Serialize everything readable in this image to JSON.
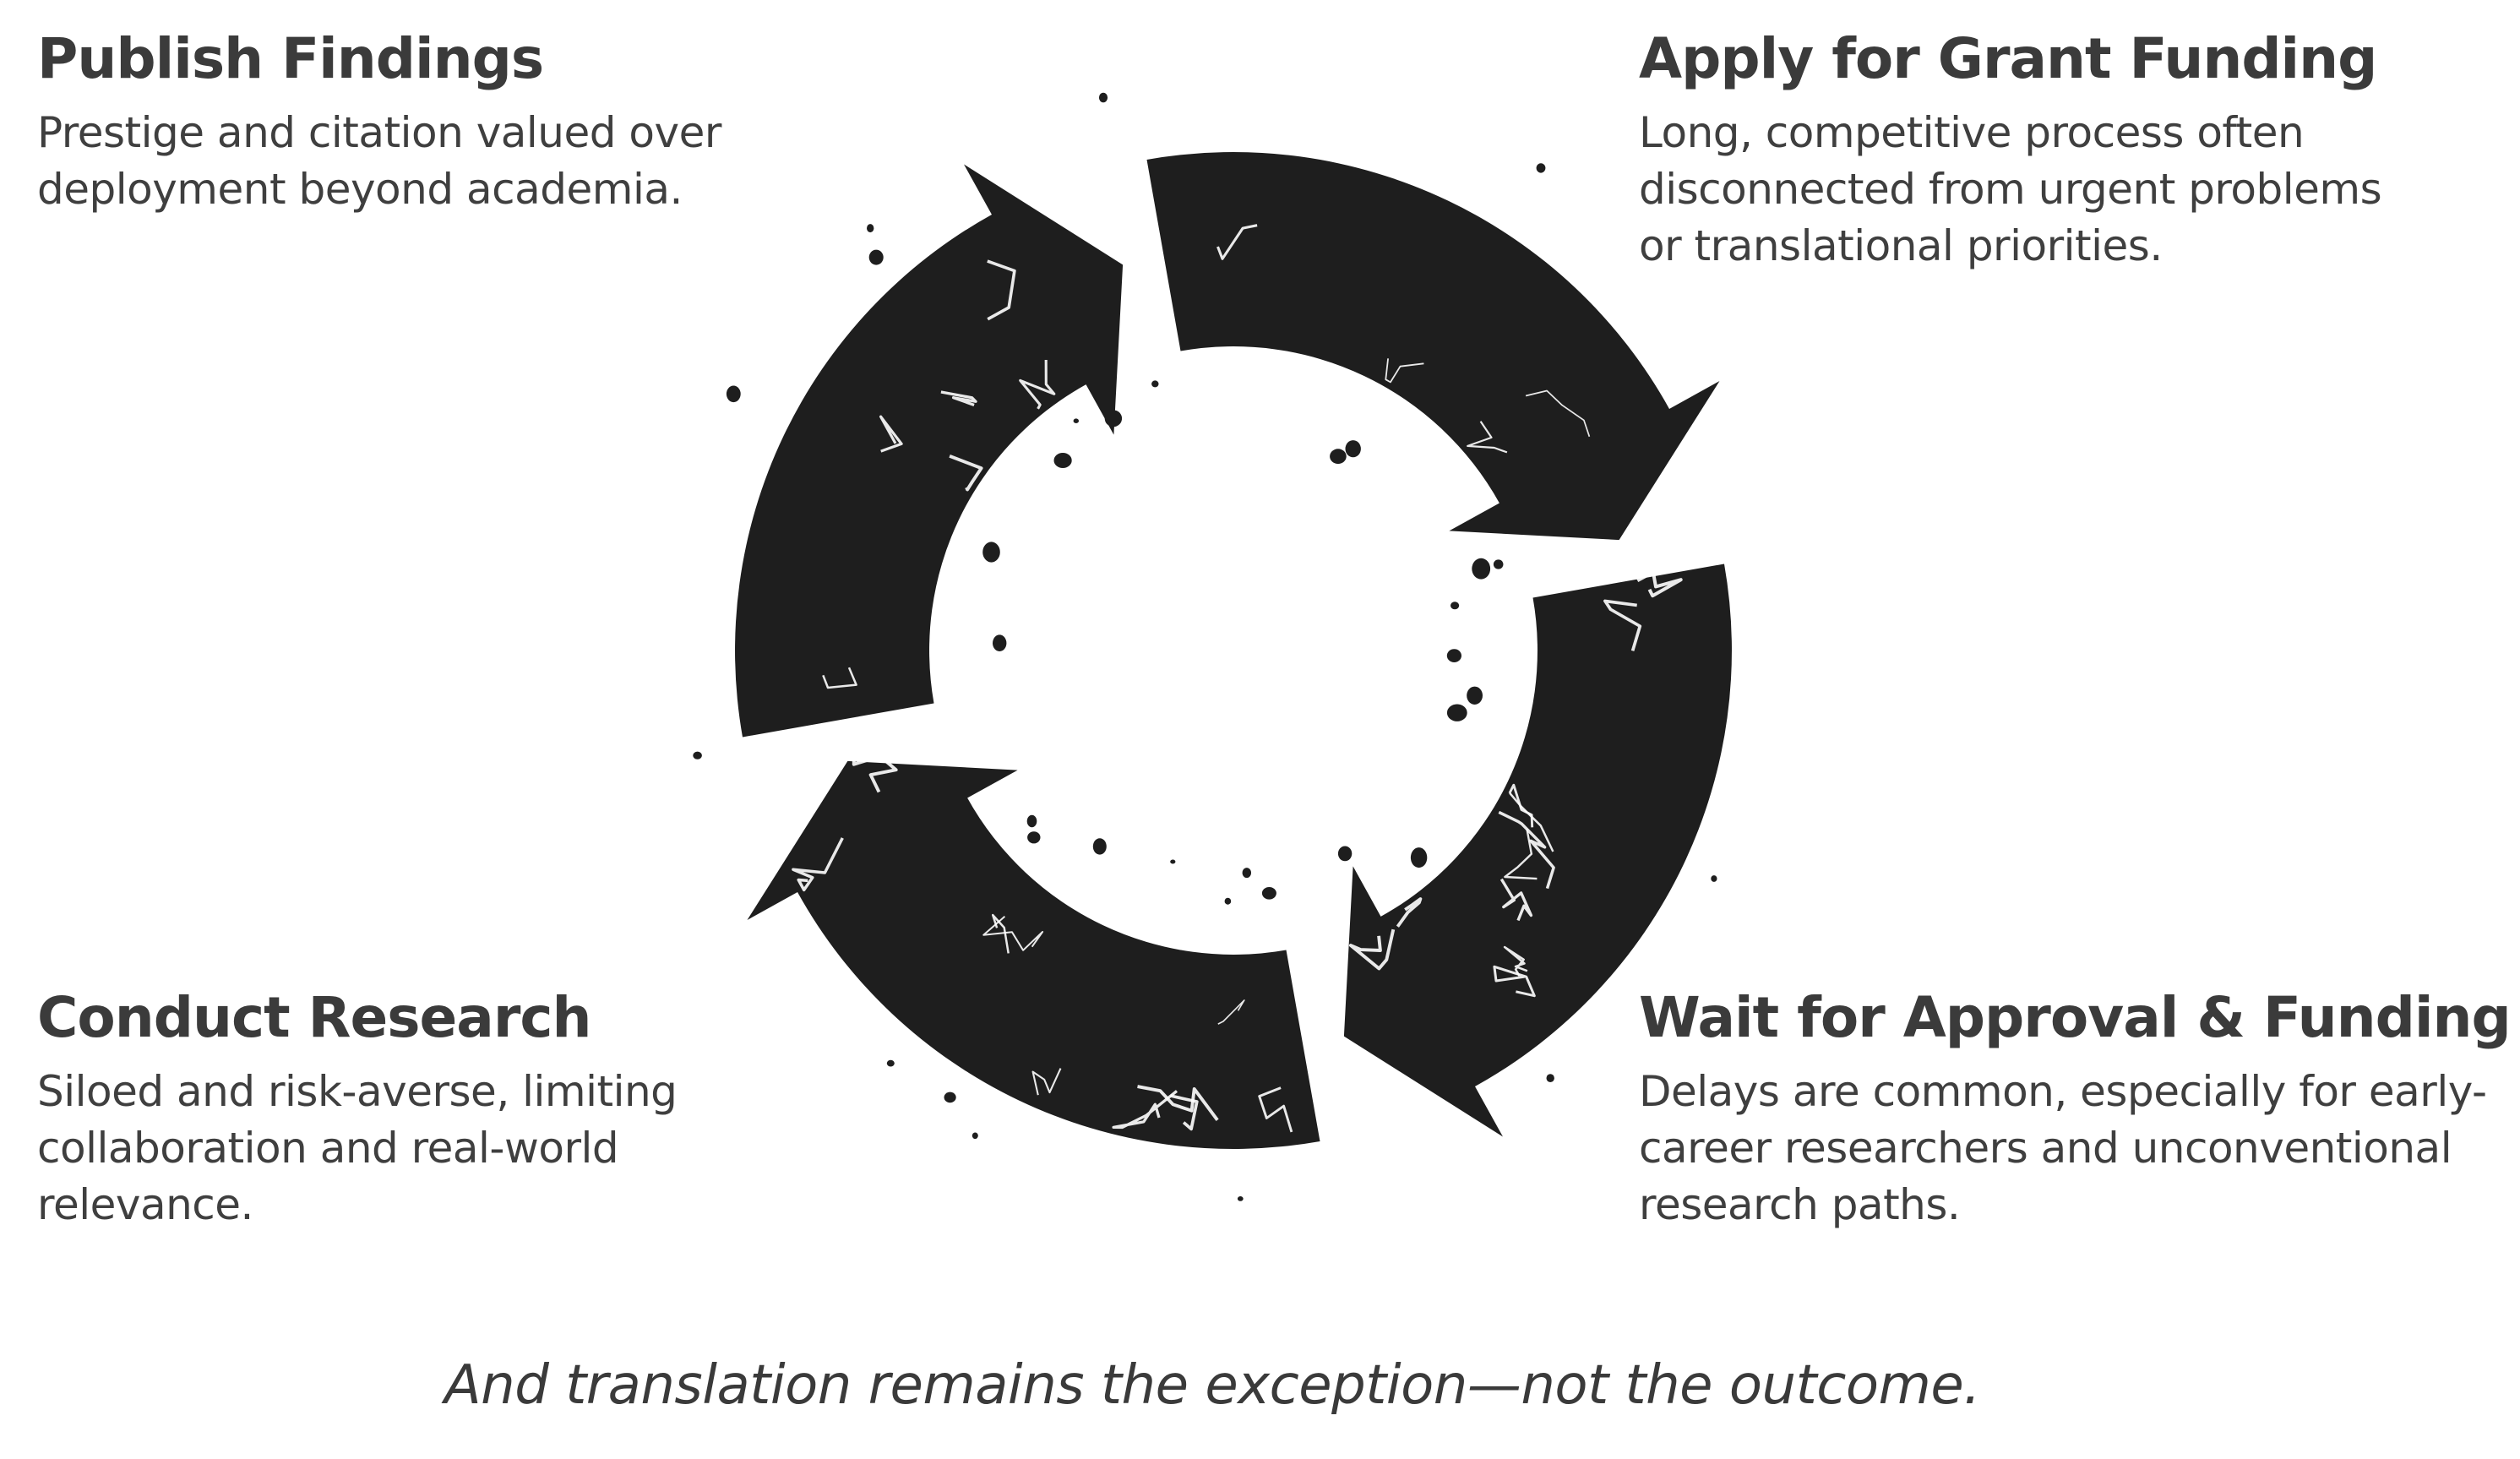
{
  "steps": {
    "publish": {
      "title": "Publish Findings",
      "description": "Prestige and citation valued over\ndeployment beyond academia."
    },
    "apply": {
      "title": "Apply for Grant Funding",
      "description": "Long, competitive process often\ndisconnected from urgent problems\nor translational priorities."
    },
    "conduct": {
      "title": "Conduct Research",
      "description": "Siloed and risk-averse, limiting\ncollaboration and real-world\nrelevance."
    },
    "wait": {
      "title": "Wait for Approval & Funding",
      "description": "Delays are common, especially for early-\ncareer researchers and unconventional\nresearch paths."
    }
  },
  "footer": "And translation remains the exception—not the outcome.",
  "cycle": {
    "arrow_color": "#1e1e1e",
    "crack_color": "#ffffff",
    "icon": "cracked-cycle-arrows-icon"
  }
}
